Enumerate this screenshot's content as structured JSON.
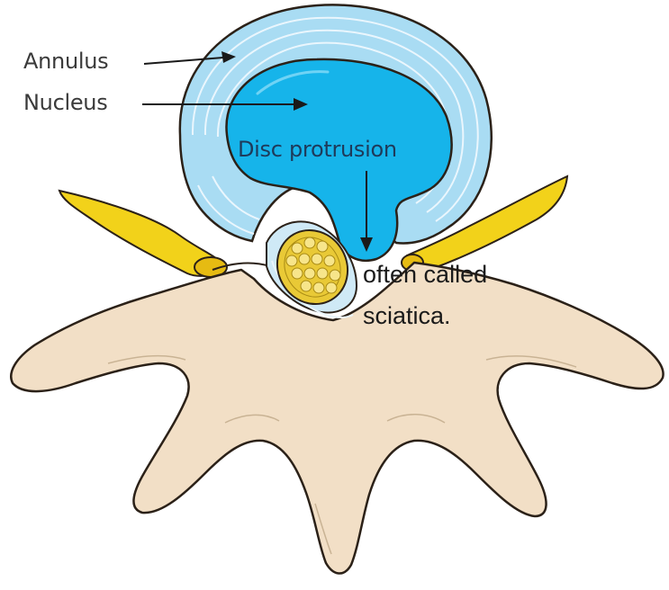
{
  "labels": {
    "annulus": "Annulus",
    "nucleus": "Nucleus",
    "disc_protrusion": "Disc protrusion",
    "note_line1": "often called",
    "note_line2": "sciatica."
  },
  "colors": {
    "annulus_fill": "#a9dcf3",
    "annulus_rings": "#eaf6fd",
    "nucleus_fill": "#16b4ea",
    "bone_fill": "#f2dfc6",
    "bone_outline": "#2b2118",
    "nerve_fill": "#f2d21a",
    "spinal_cord_fill": "#e9c936"
  }
}
